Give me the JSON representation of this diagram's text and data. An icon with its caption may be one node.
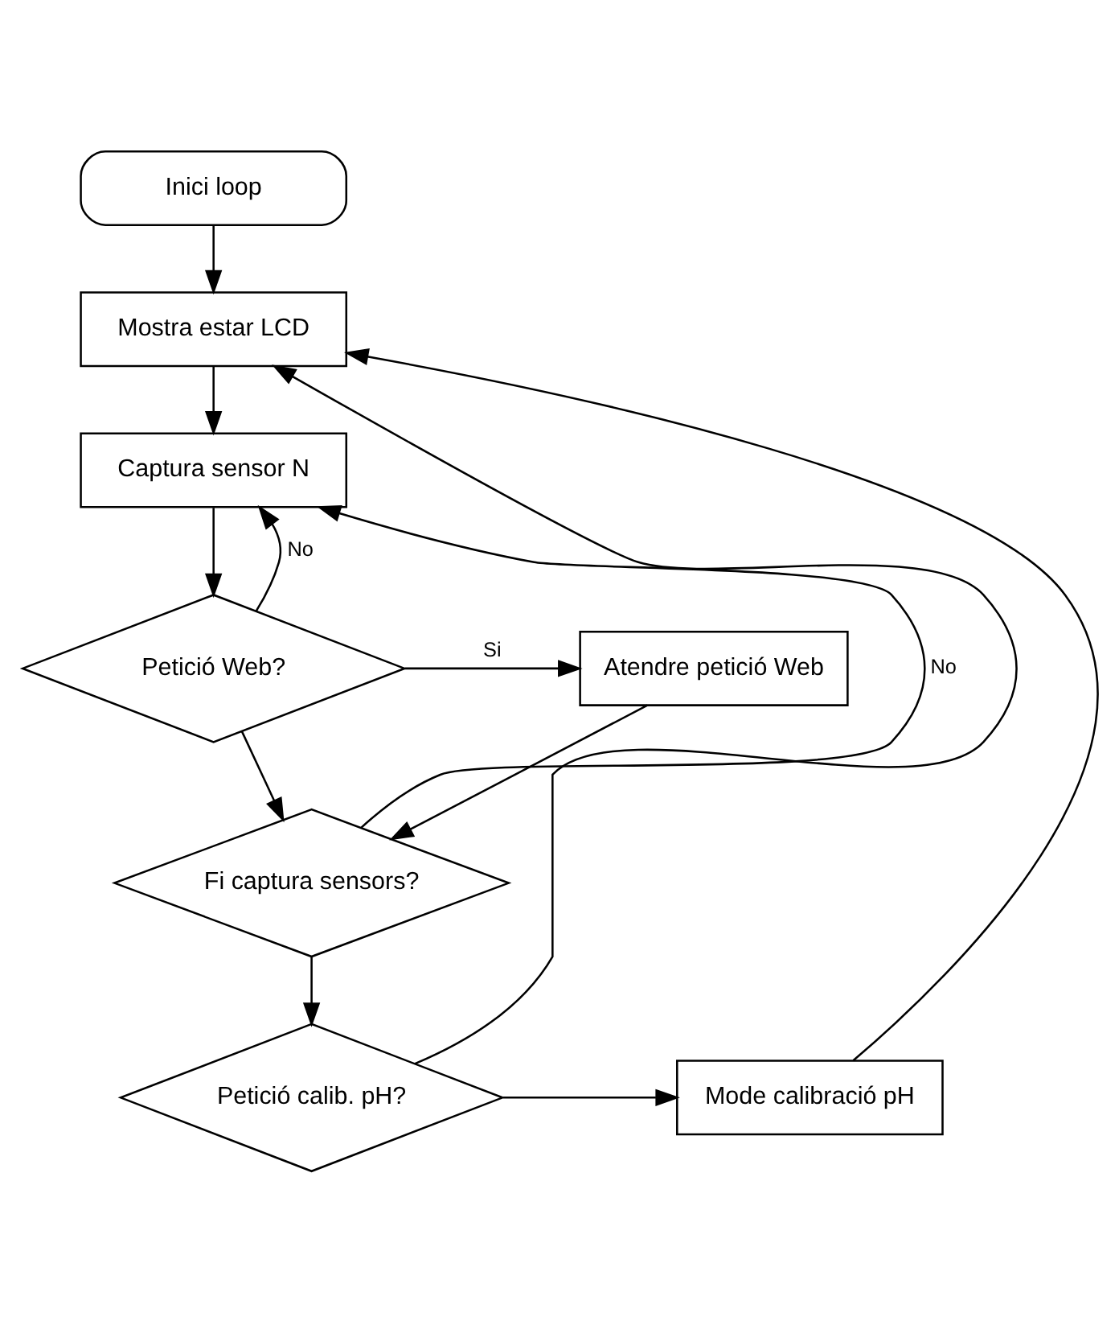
{
  "diagram": {
    "nodes": [
      {
        "text": [
          "Inici loop"
        ]
      },
      {
        "text": [
          "Mostra estar LCD"
        ]
      },
      {
        "text": [
          "Captura sensor N"
        ]
      },
      {
        "text": [
          "Petició Web?"
        ]
      },
      {
        "text": [
          "Atendre petició Web"
        ]
      },
      {
        "text": [
          "Fi captura sensors?"
        ]
      },
      {
        "text": [
          "Petició calib. pH?"
        ]
      },
      {
        "text": [
          "Mode calibració pH"
        ]
      }
    ],
    "edges": [
      {
        "from": 0,
        "to": 1,
        "arrow": "to"
      },
      {
        "from": 1,
        "to": 2,
        "arrow": "to"
      },
      {
        "from": 2,
        "to": 3,
        "arrow": "to"
      },
      {
        "from": 3,
        "to": 4,
        "arrow": "to",
        "label": "Si"
      },
      {
        "from": 3,
        "to": 2,
        "arrow": "to",
        "label": "No"
      },
      {
        "from": 3,
        "to": 5,
        "arrow": "to"
      },
      {
        "from": 4,
        "to": 5,
        "arrow": "to"
      },
      {
        "from": 5,
        "to": 2,
        "arrow": "to",
        "label": "No"
      },
      {
        "from": 5,
        "to": 6,
        "arrow": "to"
      },
      {
        "from": 6,
        "to": 7,
        "arrow": "to"
      },
      {
        "from": 7,
        "to": 1,
        "arrow": "to"
      },
      {
        "from": 6,
        "to": 1,
        "arrow": "to"
      }
    ]
  }
}
